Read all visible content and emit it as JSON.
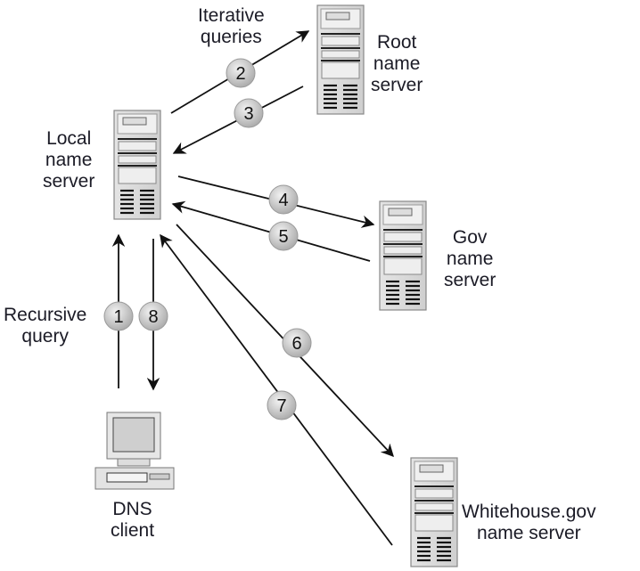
{
  "labels": {
    "iterative": [
      "Iterative",
      "queries"
    ],
    "root": [
      "Root",
      "name",
      "server"
    ],
    "local": [
      "Local",
      "name",
      "server"
    ],
    "gov": [
      "Gov",
      "name",
      "server"
    ],
    "recursive": [
      "Recursive",
      "query"
    ],
    "client": [
      "DNS",
      "client"
    ],
    "whitehouse": [
      "Whitehouse.gov",
      "name server"
    ]
  },
  "steps": [
    "1",
    "2",
    "3",
    "4",
    "5",
    "6",
    "7",
    "8"
  ],
  "colors": {
    "text": "#1b1b26",
    "line": "#111111",
    "badge": "#c8c8c8"
  },
  "icons": {
    "server": "server-tower-icon",
    "client": "desktop-computer-icon"
  }
}
